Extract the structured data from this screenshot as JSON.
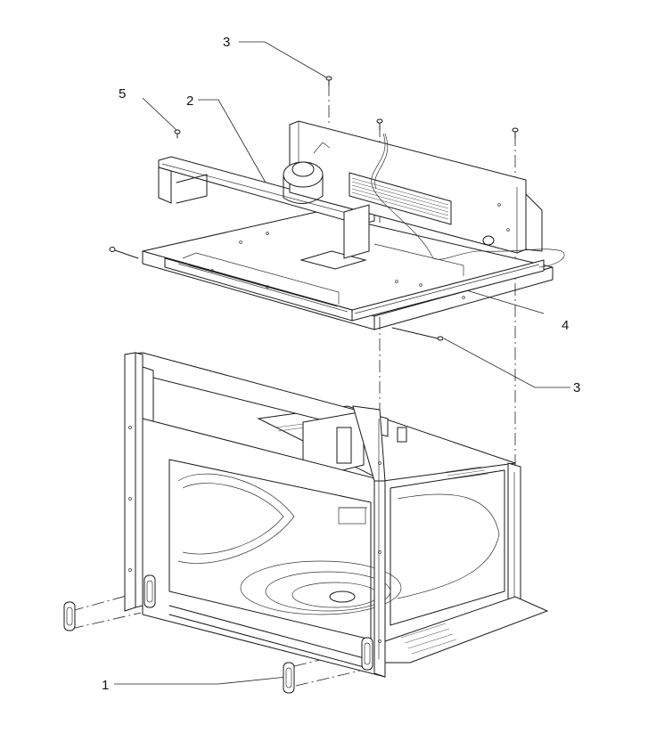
{
  "callouts": [
    {
      "id": "c3-top",
      "label": "3"
    },
    {
      "id": "c5",
      "label": "5"
    },
    {
      "id": "c2",
      "label": "2"
    },
    {
      "id": "c4",
      "label": "4"
    },
    {
      "id": "c3-right",
      "label": "3"
    },
    {
      "id": "c1",
      "label": "1"
    }
  ]
}
